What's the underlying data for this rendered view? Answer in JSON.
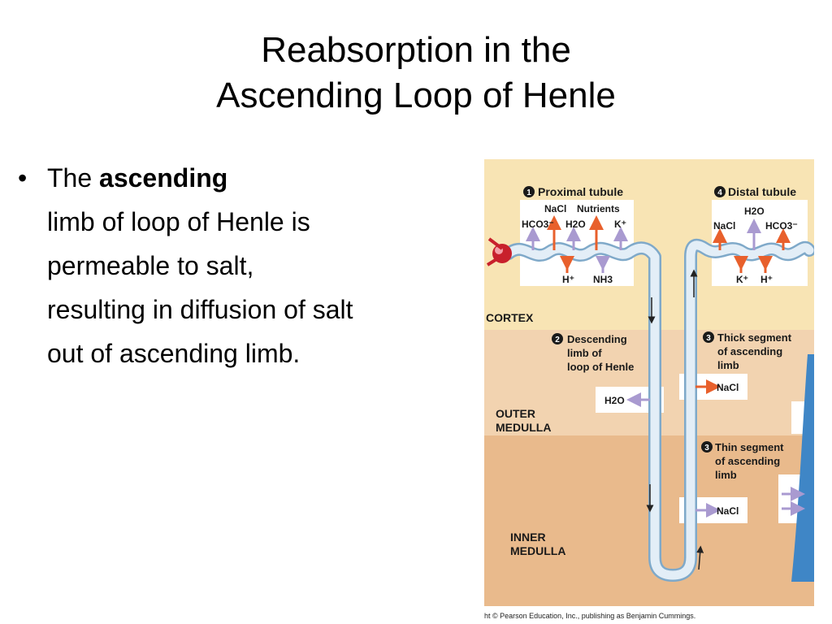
{
  "slide": {
    "title_line1": "Reabsorption in the",
    "title_line2": "Ascending Loop of Henle",
    "bullet_marker": "•",
    "bullet_prefix": "The ",
    "bullet_bold": "ascending",
    "bullet_line2": "limb of loop of Henle is",
    "bullet_line3": "permeable to salt,",
    "bullet_line4": "resulting in diffusion of salt",
    "bullet_line5": "out of ascending limb."
  },
  "figure": {
    "regions": {
      "cortex": "CORTEX",
      "outer_medulla_1": "OUTER",
      "outer_medulla_2": "MEDULLA",
      "inner_medulla_1": "INNER",
      "inner_medulla_2": "MEDULLA"
    },
    "sections": {
      "s1_num": "1",
      "s1_label": "Proximal tubule",
      "s2_num": "2",
      "s2_label_1": "Descending",
      "s2_label_2": "limb of",
      "s2_label_3": "loop of Henle",
      "s3a_num": "3",
      "s3a_label_1": "Thick segment",
      "s3a_label_2": "of ascending",
      "s3a_label_3": "limb",
      "s3b_num": "3",
      "s3b_label_1": "Thin segment",
      "s3b_label_2": "of ascending",
      "s3b_label_3": "limb",
      "s4_num": "4",
      "s4_label": "Distal tubule"
    },
    "solutes": {
      "prox_nacl": "NaCl",
      "prox_nutrients": "Nutrients",
      "prox_hco3": "HCO3⁻",
      "prox_h2o": "H2O",
      "prox_k": "K⁺",
      "prox_h": "H⁺",
      "prox_nh3": "NH3",
      "desc_h2o": "H2O",
      "thick_nacl": "NaCl",
      "thin_nacl": "NaCl",
      "dist_h2o": "H2O",
      "dist_nacl": "NaCl",
      "dist_hco3": "HCO3⁻",
      "dist_k": "K⁺",
      "dist_h": "H⁺"
    },
    "credit": "ht © Pearson Education, Inc., publishing as Benjamin Cummings.",
    "colors": {
      "cortex": "#f8e4b4",
      "outer_medulla": "#f2d3b0",
      "inner_medulla": "#e9ba8c",
      "tubule_fill": "#cfe3f1",
      "tubule_edge": "#7fa9c9",
      "orange_arrow": "#e8602c",
      "purple_arrow": "#a99ad0",
      "collecting_duct": "#3f86c6"
    }
  }
}
